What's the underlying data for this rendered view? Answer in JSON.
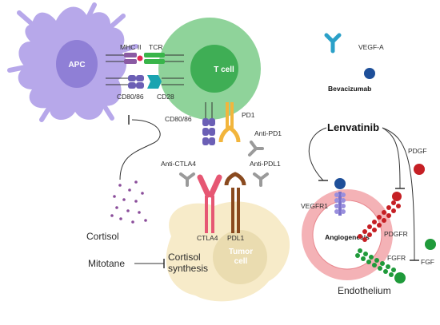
{
  "labels": {
    "apc": "APC",
    "t_cell": "T cell",
    "mhc_ii": "MHC II",
    "tcr": "TCR",
    "cd80_86_apc": "CD80/86",
    "cd28": "CD28",
    "cd80_86_t": "CD80/86",
    "pd1": "PD1",
    "anti_pd1": "Anti-PD1",
    "anti_ctla4": "Anti-CTLA4",
    "anti_pdl1": "Anti-PDL1",
    "ctla4": "CTLA4",
    "pdl1": "PDL1",
    "tumor_cell": "Tumor\ncell",
    "cortisol": "Cortisol",
    "mitotane": "Mitotane",
    "cortisol_synthesis": "Cortisol\nsynthesis",
    "vegf_a": "VEGF-A",
    "bevacizumab": "Bevacizumab",
    "lenvatinib": "Lenvatinib",
    "pdgf": "PDGF",
    "vegfr1": "VEGFR1",
    "angiogenesis": "Angiogenesis",
    "pdgfr": "PDGFR",
    "fgfr": "FGFR",
    "fgf": "FGF",
    "endothelium": "Endothelium"
  },
  "colors": {
    "apc_fill": "#b7a8ea",
    "apc_nucleus": "#8f7fd6",
    "tcell_outer": "#8fd39a",
    "tcell_inner": "#3fae55",
    "tumor_fill": "#f7ebc9",
    "tumor_spot": "#eadcb0",
    "vegf_ball": "#1e4f99",
    "pdgf_ball": "#c51f24",
    "fgf_ball": "#1f9a3a",
    "antibody": "#9a9a9a",
    "bevacizumab": "#2aa0c8",
    "endothelium": "#f4b2b6",
    "ctla4": "#e65773",
    "pdl1": "#8a4a1f",
    "pd1": "#f2b53c",
    "cd80_86": "#6b5fb5",
    "tcr": "#39b54a",
    "cd28": "#1aa4b0",
    "mhc_ii": "#8a5aa3",
    "cortisol_dots": "#8a4c9a"
  }
}
